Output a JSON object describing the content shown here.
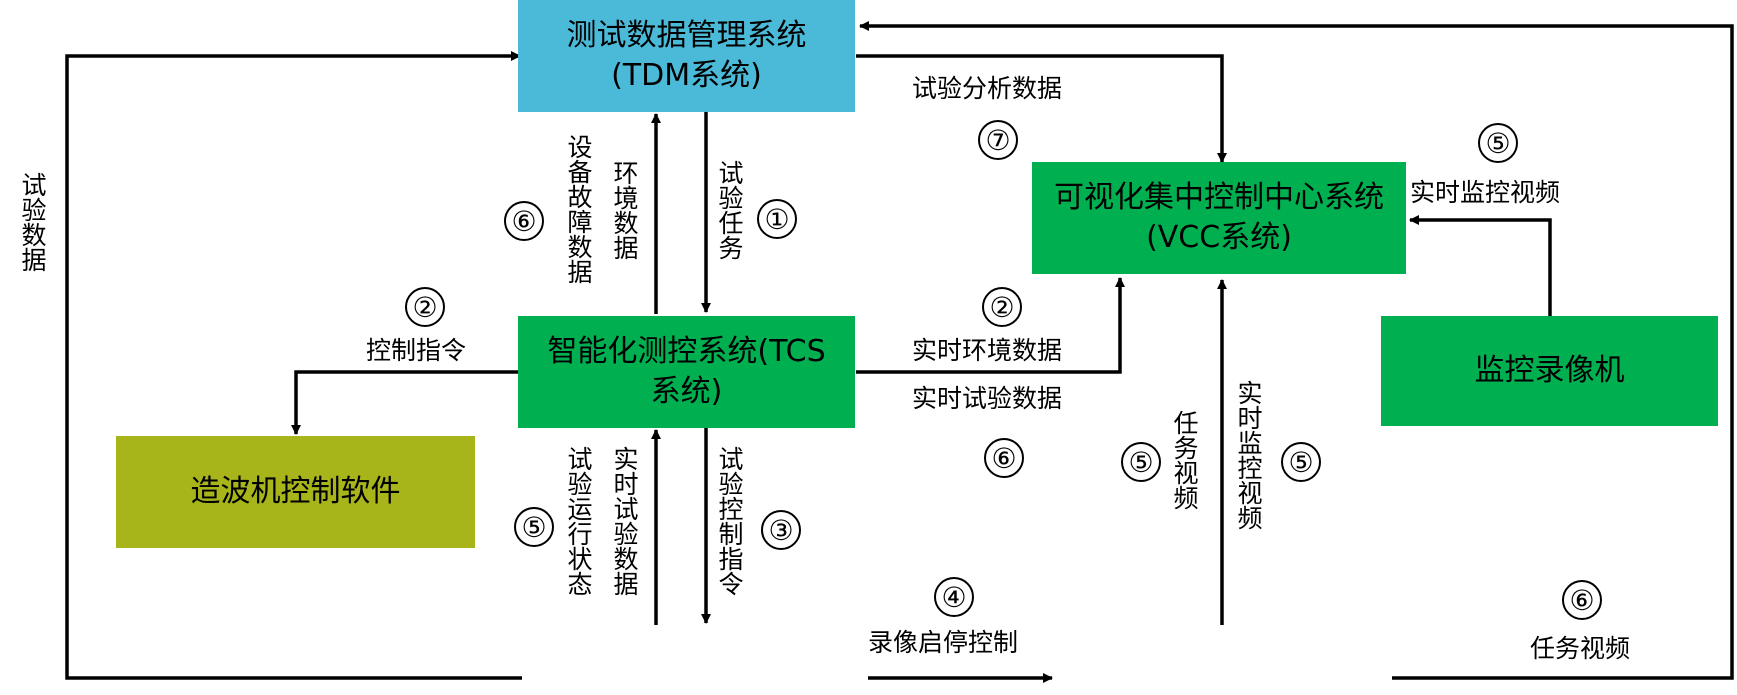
{
  "colors": {
    "tdm": "#4bbad8",
    "green": "#00b050",
    "wave": "#a8b51a",
    "line": "#000000"
  },
  "boxes": {
    "tdm": {
      "line1": "测试数据管理系统",
      "line2": "(TDM系统)"
    },
    "vcc": {
      "line1": "可视化集中控制中心系统",
      "line2": "(VCC系统)"
    },
    "tcs": {
      "line1": "智能化测控系统(TCS",
      "line2": "系统)"
    },
    "monitor": {
      "line1": "监控录像机"
    },
    "wave": {
      "line1": "造波机控制软件"
    }
  },
  "labels": {
    "test_data_left": "试验数据",
    "device_fault_data": "设备故障数据",
    "env_data": "环境数据",
    "test_task": "试验任务",
    "control_cmd": "控制指令",
    "test_analysis_data": "试验分析数据",
    "realtime_monitor_video_top": "实时监控视频",
    "realtime_env_data": "实时环境数据",
    "realtime_test_data": "实时试验数据",
    "test_run_status": "试验运行状态",
    "realtime_test_data_v": "实时试验数据",
    "test_control_cmd": "试验控制指令",
    "record_start_stop": "录像启停控制",
    "task_video_v": "任务视频",
    "realtime_monitor_video_v": "实时监控视频",
    "task_video_bottom": "任务视频"
  },
  "numbers": {
    "n1": "①",
    "n2_left": "②",
    "n2_right": "②",
    "n3": "③",
    "n4": "④",
    "n5_top": "⑤",
    "n5_left": "⑤",
    "n5_mid": "⑤",
    "n5_right": "⑤",
    "n6_left": "⑥",
    "n6_mid": "⑥",
    "n6_bottom": "⑥",
    "n7": "⑦"
  }
}
